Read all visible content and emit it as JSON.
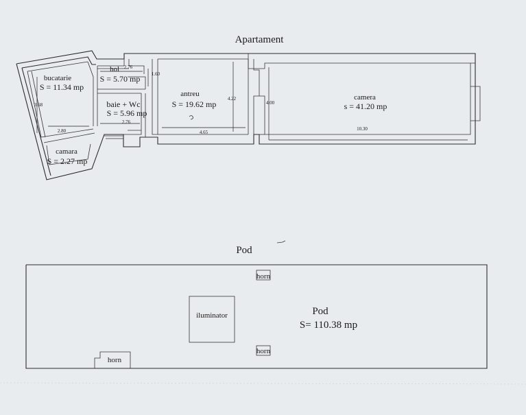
{
  "apartment": {
    "title": "Apartament",
    "rooms": {
      "bucatarie": {
        "name": "bucatarie",
        "area": "S = 11.34 mp"
      },
      "hol": {
        "name": "hol",
        "area": "S = 5.70 mp"
      },
      "baie": {
        "name": "baie + Wc",
        "area": "S = 5.96 mp"
      },
      "antreu": {
        "name": "antreu",
        "area": "S = 19.62 mp"
      },
      "camera": {
        "name": "camera",
        "area": "s = 41.20 mp"
      },
      "camara": {
        "name": "camara",
        "area": "S = 2.27 mp"
      }
    },
    "dimensions": {
      "hol_width": "2.76",
      "hol_depth": "1.60",
      "bucatarie_height": "3.68",
      "bucatarie_width": "2.80",
      "baie_width": "2.76",
      "antreu_width": "4.65",
      "antreu_height": "4.22",
      "camera_height": "4.00",
      "camera_width": "10.30"
    }
  },
  "attic": {
    "title": "Pod",
    "room_name": "Pod",
    "area": "S= 110.38 mp",
    "skylight": "iluminator",
    "chimneys": [
      "horn",
      "horn",
      "horn"
    ]
  }
}
